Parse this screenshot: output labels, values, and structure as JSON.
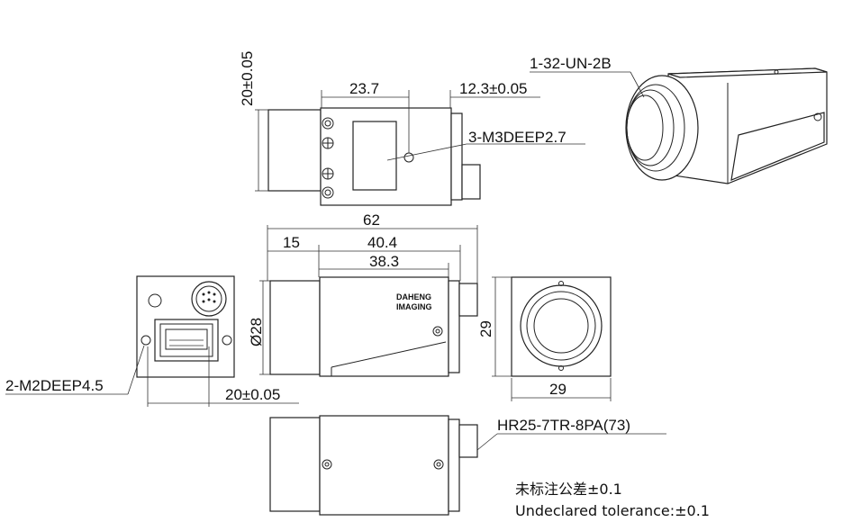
{
  "dimensions": {
    "front_height": "20±0.05",
    "d_23_7": "23.7",
    "d_12_3": "12.3±0.05",
    "holes_top": "3-M3DEEP2.7",
    "thread": "1-32-UN-2B",
    "total_len": "62",
    "d_15": "15",
    "d_40_4": "40.4",
    "d_38_3": "38.3",
    "diameter": "Ø28",
    "height_29": "29",
    "width_29": "29",
    "holes_back": "2-M2DEEP4.5",
    "back_width": "20±0.05",
    "connector": "HR25-7TR-8PA(73)"
  },
  "brand": {
    "line1": "DAHENG",
    "line2": "IMAGING"
  },
  "notes": {
    "cn": "未标注公差±0.1",
    "en": "Undeclared tolerance:±0.1"
  }
}
